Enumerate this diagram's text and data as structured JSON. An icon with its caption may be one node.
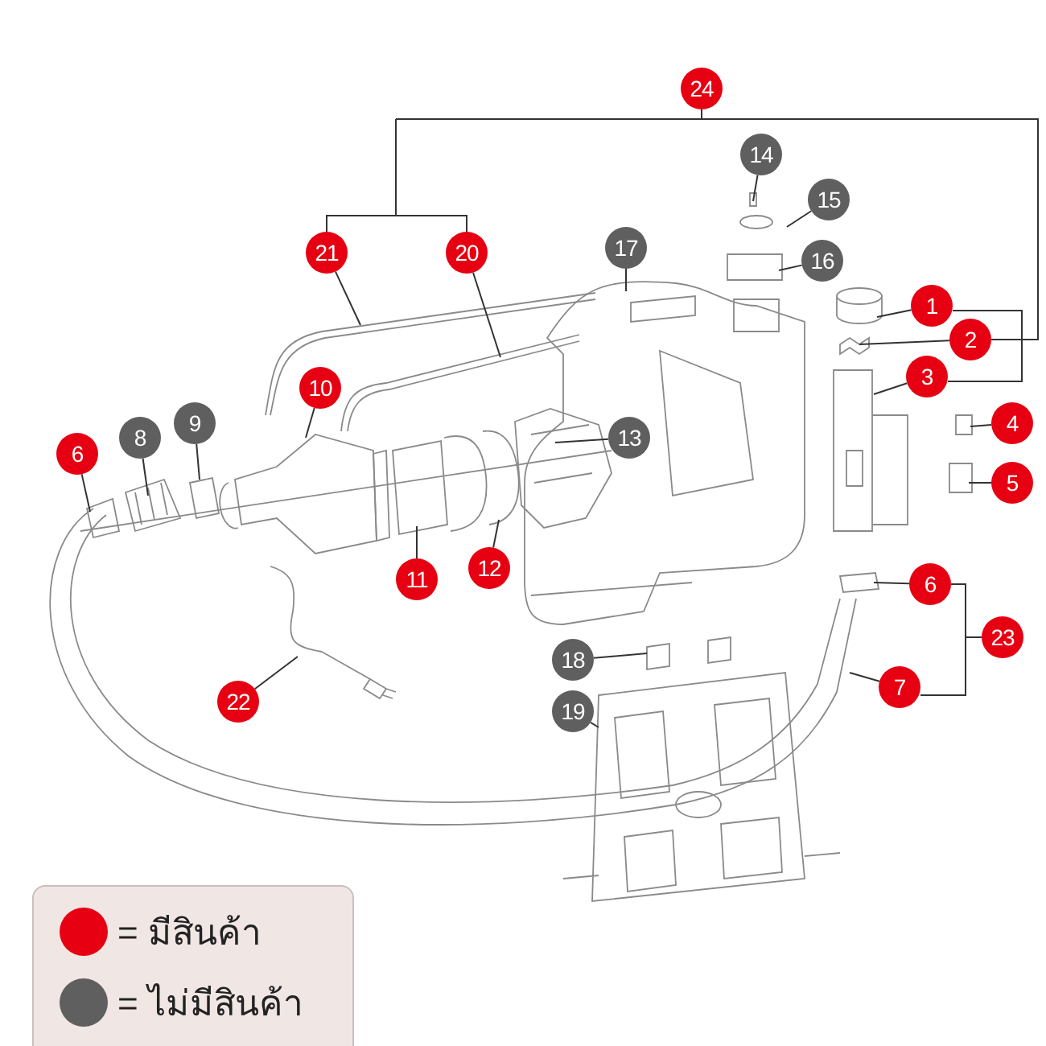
{
  "diagram": {
    "nodes": [
      {
        "text": [
          "24"
        ]
      },
      {
        "text": [
          "14"
        ]
      },
      {
        "text": [
          "15"
        ]
      },
      {
        "text": [
          "17"
        ]
      },
      {
        "text": [
          "16"
        ]
      },
      {
        "text": [
          "21"
        ]
      },
      {
        "text": [
          "20"
        ]
      },
      {
        "text": [
          "1"
        ]
      },
      {
        "text": [
          "2"
        ]
      },
      {
        "text": [
          "3"
        ]
      },
      {
        "text": [
          "10"
        ]
      },
      {
        "text": [
          "4"
        ]
      },
      {
        "text": [
          "9"
        ]
      },
      {
        "text": [
          "13"
        ]
      },
      {
        "text": [
          "8"
        ]
      },
      {
        "text": [
          "6"
        ]
      },
      {
        "text": [
          "5"
        ]
      },
      {
        "text": [
          "12"
        ]
      },
      {
        "text": [
          "11"
        ]
      },
      {
        "text": [
          "6"
        ]
      },
      {
        "text": [
          "23"
        ]
      },
      {
        "text": [
          "18"
        ]
      },
      {
        "text": [
          "7"
        ]
      },
      {
        "text": [
          "22"
        ]
      },
      {
        "text": [
          "19"
        ]
      }
    ],
    "edges": [
      {
        "from": 1,
        "to": null,
        "arrow": "none"
      },
      {
        "from": 2,
        "to": null,
        "arrow": "none"
      },
      {
        "from": 3,
        "to": null,
        "arrow": "none"
      },
      {
        "from": 4,
        "to": null,
        "arrow": "none"
      },
      {
        "from": 5,
        "to": null,
        "arrow": "none"
      },
      {
        "from": 6,
        "to": null,
        "arrow": "none"
      },
      {
        "from": 7,
        "to": null,
        "arrow": "none"
      },
      {
        "from": 8,
        "to": null,
        "arrow": "none"
      },
      {
        "from": 9,
        "to": null,
        "arrow": "none"
      },
      {
        "from": 10,
        "to": null,
        "arrow": "none"
      },
      {
        "from": 11,
        "to": null,
        "arrow": "none"
      },
      {
        "from": 12,
        "to": null,
        "arrow": "none"
      },
      {
        "from": 13,
        "to": null,
        "arrow": "none"
      },
      {
        "from": 14,
        "to": null,
        "arrow": "none"
      },
      {
        "from": 15,
        "to": null,
        "arrow": "none"
      },
      {
        "from": 16,
        "to": null,
        "arrow": "none"
      },
      {
        "from": 17,
        "to": null,
        "arrow": "none"
      },
      {
        "from": 18,
        "to": null,
        "arrow": "none"
      },
      {
        "from": 19,
        "to": null,
        "arrow": "none"
      },
      {
        "from": 21,
        "to": null,
        "arrow": "none"
      },
      {
        "from": 22,
        "to": null,
        "arrow": "none"
      },
      {
        "from": 23,
        "to": null,
        "arrow": "none"
      },
      {
        "from": 24,
        "to": null,
        "arrow": "none"
      }
    ],
    "legend": [
      {
        "text": "= มีสินค้า",
        "color": "#e60012"
      },
      {
        "text": "= ไม่มีสินค้า",
        "color": "#5f5f5f"
      }
    ]
  }
}
